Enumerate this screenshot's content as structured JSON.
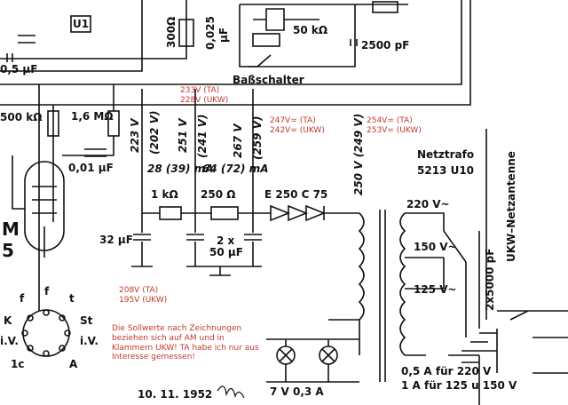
{
  "labels": {
    "u1": "U1",
    "r300": "300Ω",
    "c0025": "0,025",
    "c0025_unit": "μF",
    "r50k": "50 kΩ",
    "c2500": "2500 pF",
    "bass_switch": "Baßschalter",
    "c05": "0,5 μF",
    "r500k": "500 kΩ",
    "r16m": "1,6 MΩ",
    "c001": "0,01 μF",
    "c32": "32 μF",
    "v223": "223 V",
    "v202": "(202 V)",
    "v251": "251 V",
    "v241": "(241 V)",
    "v267": "267 V",
    "v259": "(259 V)",
    "v250": "250 V (249 V)",
    "v250b": "~",
    "i28": "28 (39) mA",
    "i64": "64 (72) mA",
    "r1k": "1 kΩ",
    "r250": "250 Ω",
    "rect": "E 250 C 75",
    "c2x50_a": "2 x",
    "c2x50_b": "50 μF",
    "tube_m": "M",
    "tube_5": "5",
    "netztrafo": "Netztrafo",
    "trafo_type": "5213 U10",
    "v220": "220 V~",
    "v150": "150 V~",
    "v125": "125 V~",
    "c2x5000": "2x5000 pF",
    "ukw_antenna": "UKW–Netzantenne",
    "fuse1": "0,5 A  für 220 V",
    "fuse2": "1 A  für 125 u 150 V",
    "lamp": "7 V  0,3 A",
    "date": "10. 11. 1952",
    "pin_f1": "f",
    "pin_f2": "f",
    "pin_t": "t",
    "pin_K": "K",
    "pin_St": "St",
    "pin_iV1": "i.V.",
    "pin_iV2": "i.V.",
    "pin_1c": "1c",
    "pin_A": "A"
  },
  "annotations": {
    "a1": "233V (TA)",
    "a1b": "228V (UKW)",
    "a2": "247V= (TA)",
    "a2b": "242V= (UKW)",
    "a3": "254V= (TA)",
    "a3b": "253V= (UKW)",
    "a4": "208V (TA)",
    "a4b": "195V (UKW)",
    "note": "Die Sollwerte nach Zeichnungen beziehen sich auf AM und in Klammern UKW! TA habe ich nur aus Interesse gemessen!"
  },
  "colors": {
    "ink": "#111111",
    "annotation": "#c0392b"
  }
}
